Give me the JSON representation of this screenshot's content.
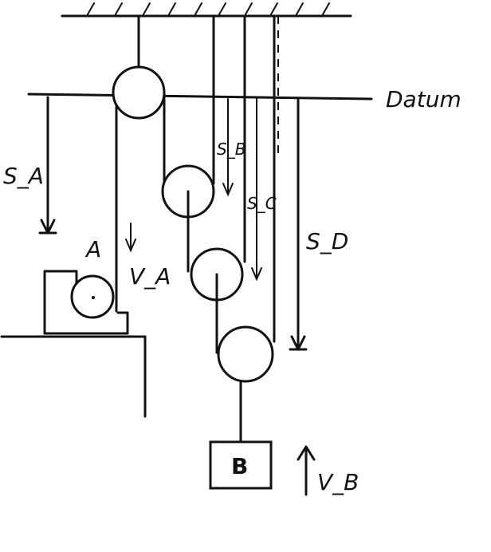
{
  "diagram": {
    "labels": {
      "datum": "Datum",
      "s_a": "S_A",
      "s_b": "S_B",
      "s_c": "S_C",
      "s_d": "S_D",
      "block_a": "A",
      "v_a": "V_A",
      "block_b": "B",
      "v_b": "V_B"
    },
    "colors": {
      "ink": "#111111",
      "background": "#ffffff"
    }
  }
}
